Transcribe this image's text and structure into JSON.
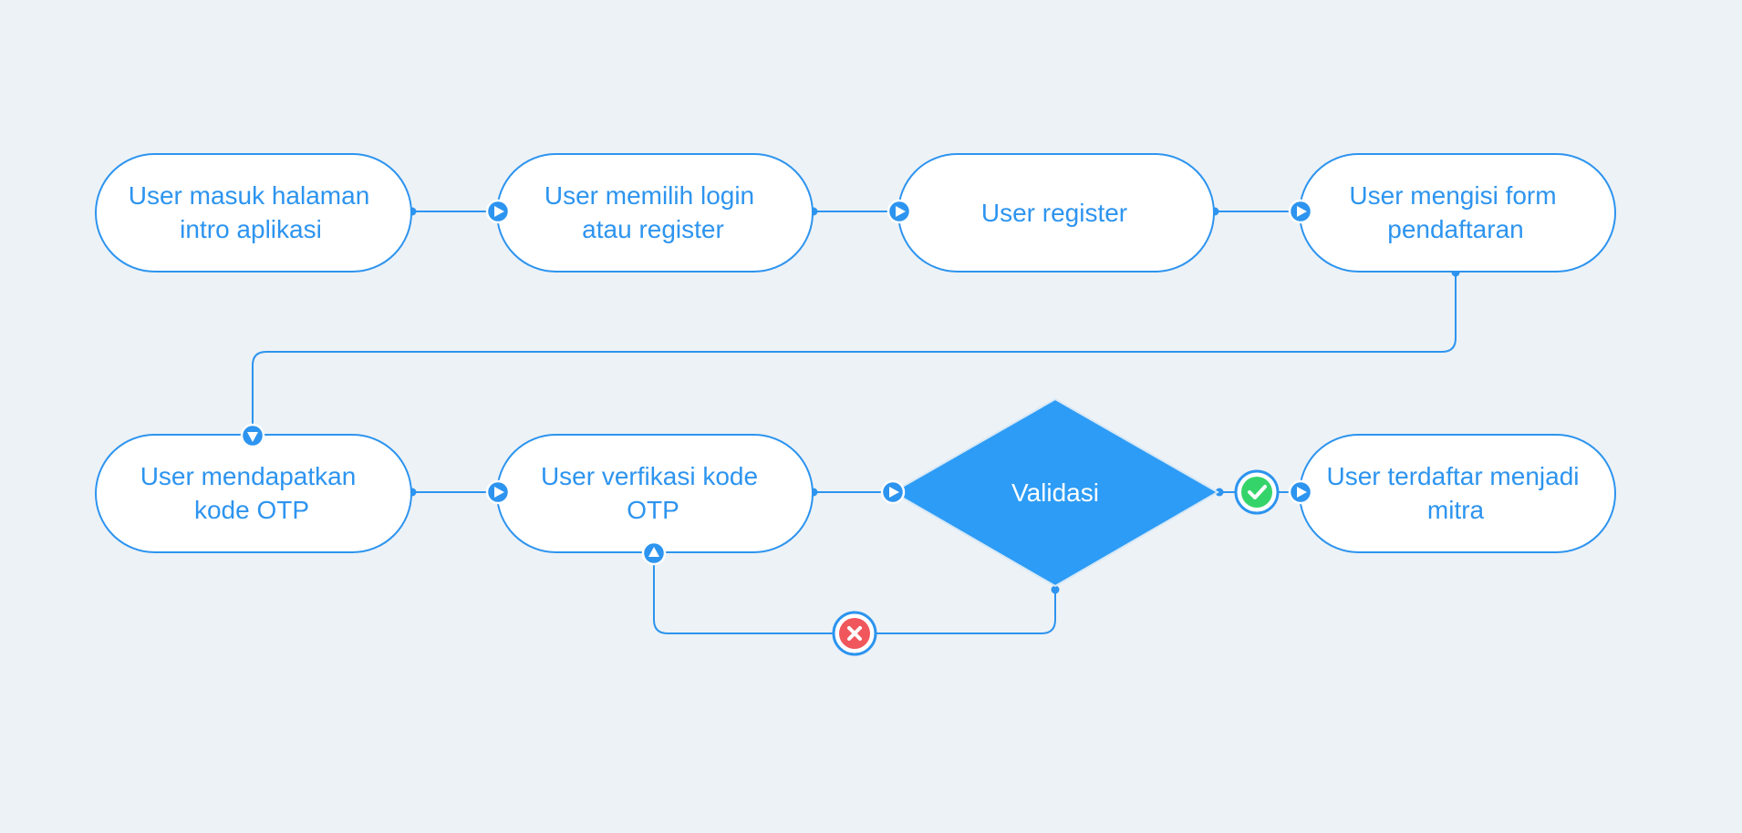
{
  "colors": {
    "background": "#edf2f6",
    "accent": "#2d9cf6",
    "line": "#2d94ef",
    "node_fill": "#ffffff",
    "success": "#35d46a",
    "error": "#f0575d"
  },
  "nodes": {
    "intro": [
      "User masuk halaman",
      "intro aplikasi"
    ],
    "choose": [
      "User memilih login",
      "atau register"
    ],
    "register": [
      "User register"
    ],
    "form": [
      "User mengisi form",
      "pendaftaran"
    ],
    "otp": [
      "User mendapatkan",
      "kode OTP"
    ],
    "verify": [
      "User verfikasi kode",
      "OTP"
    ],
    "validasi": "Validasi",
    "mitra": [
      "User terdaftar menjadi",
      "mitra"
    ]
  },
  "icons": {
    "arrow": "play-arrow-icon",
    "success": "check-circle-icon",
    "error": "x-circle-icon"
  }
}
